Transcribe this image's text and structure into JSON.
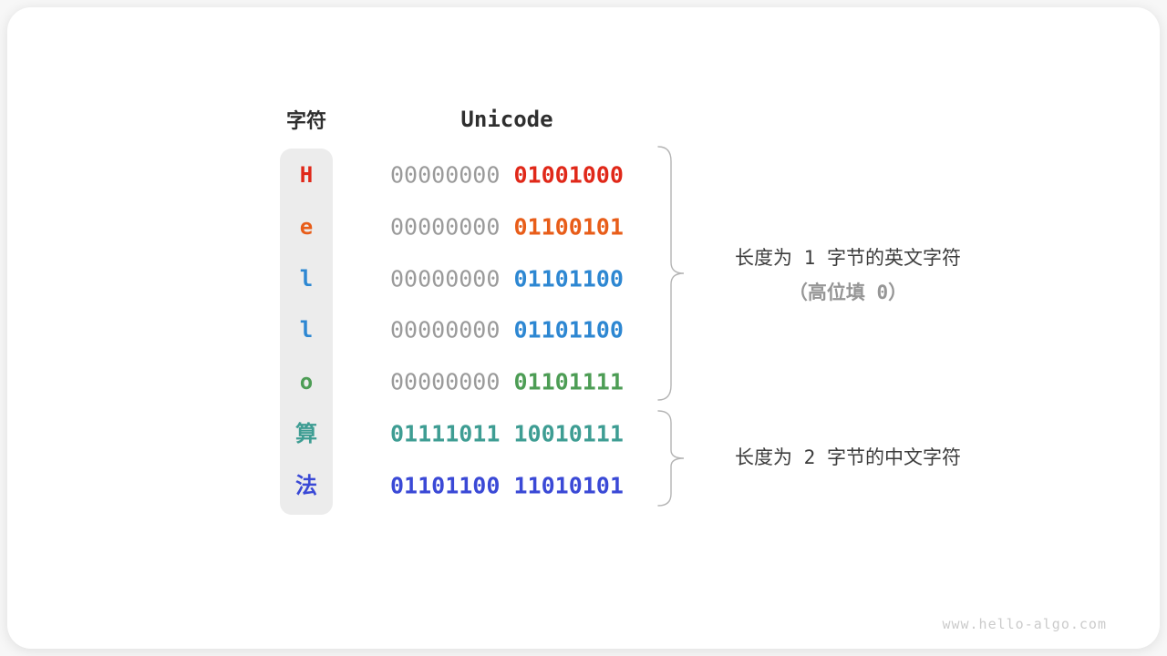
{
  "table": {
    "headers": {
      "character": "字符",
      "unicode": "Unicode"
    },
    "rows": [
      {
        "char": "H",
        "color": "#e02819",
        "byte1": "00000000",
        "byte1_color": "#9a9a9a",
        "byte1_weight": "400",
        "byte2": "01001000"
      },
      {
        "char": "e",
        "color": "#e85d19",
        "byte1": "00000000",
        "byte1_color": "#9a9a9a",
        "byte1_weight": "400",
        "byte2": "01100101"
      },
      {
        "char": "l",
        "color": "#2d87d2",
        "byte1": "00000000",
        "byte1_color": "#9a9a9a",
        "byte1_weight": "400",
        "byte2": "01101100"
      },
      {
        "char": "l",
        "color": "#2d87d2",
        "byte1": "00000000",
        "byte1_color": "#9a9a9a",
        "byte1_weight": "400",
        "byte2": "01101100"
      },
      {
        "char": "o",
        "color": "#4d9d55",
        "byte1": "00000000",
        "byte1_color": "#9a9a9a",
        "byte1_weight": "400",
        "byte2": "01101111"
      },
      {
        "char": "算",
        "color": "#3e9d93",
        "byte1": "01111011",
        "byte1_color": "#3e9d93",
        "byte1_weight": "700",
        "byte2": "10010111"
      },
      {
        "char": "法",
        "color": "#3a49d6",
        "byte1": "01101100",
        "byte1_color": "#3a49d6",
        "byte1_weight": "700",
        "byte2": "11010101"
      }
    ]
  },
  "groups": [
    {
      "line1": "长度为 1 字节的英文字符",
      "line2": "（高位填 0）"
    },
    {
      "line1": "长度为 2 字节的中文字符"
    }
  ],
  "watermark": "www.hello-algo.com"
}
